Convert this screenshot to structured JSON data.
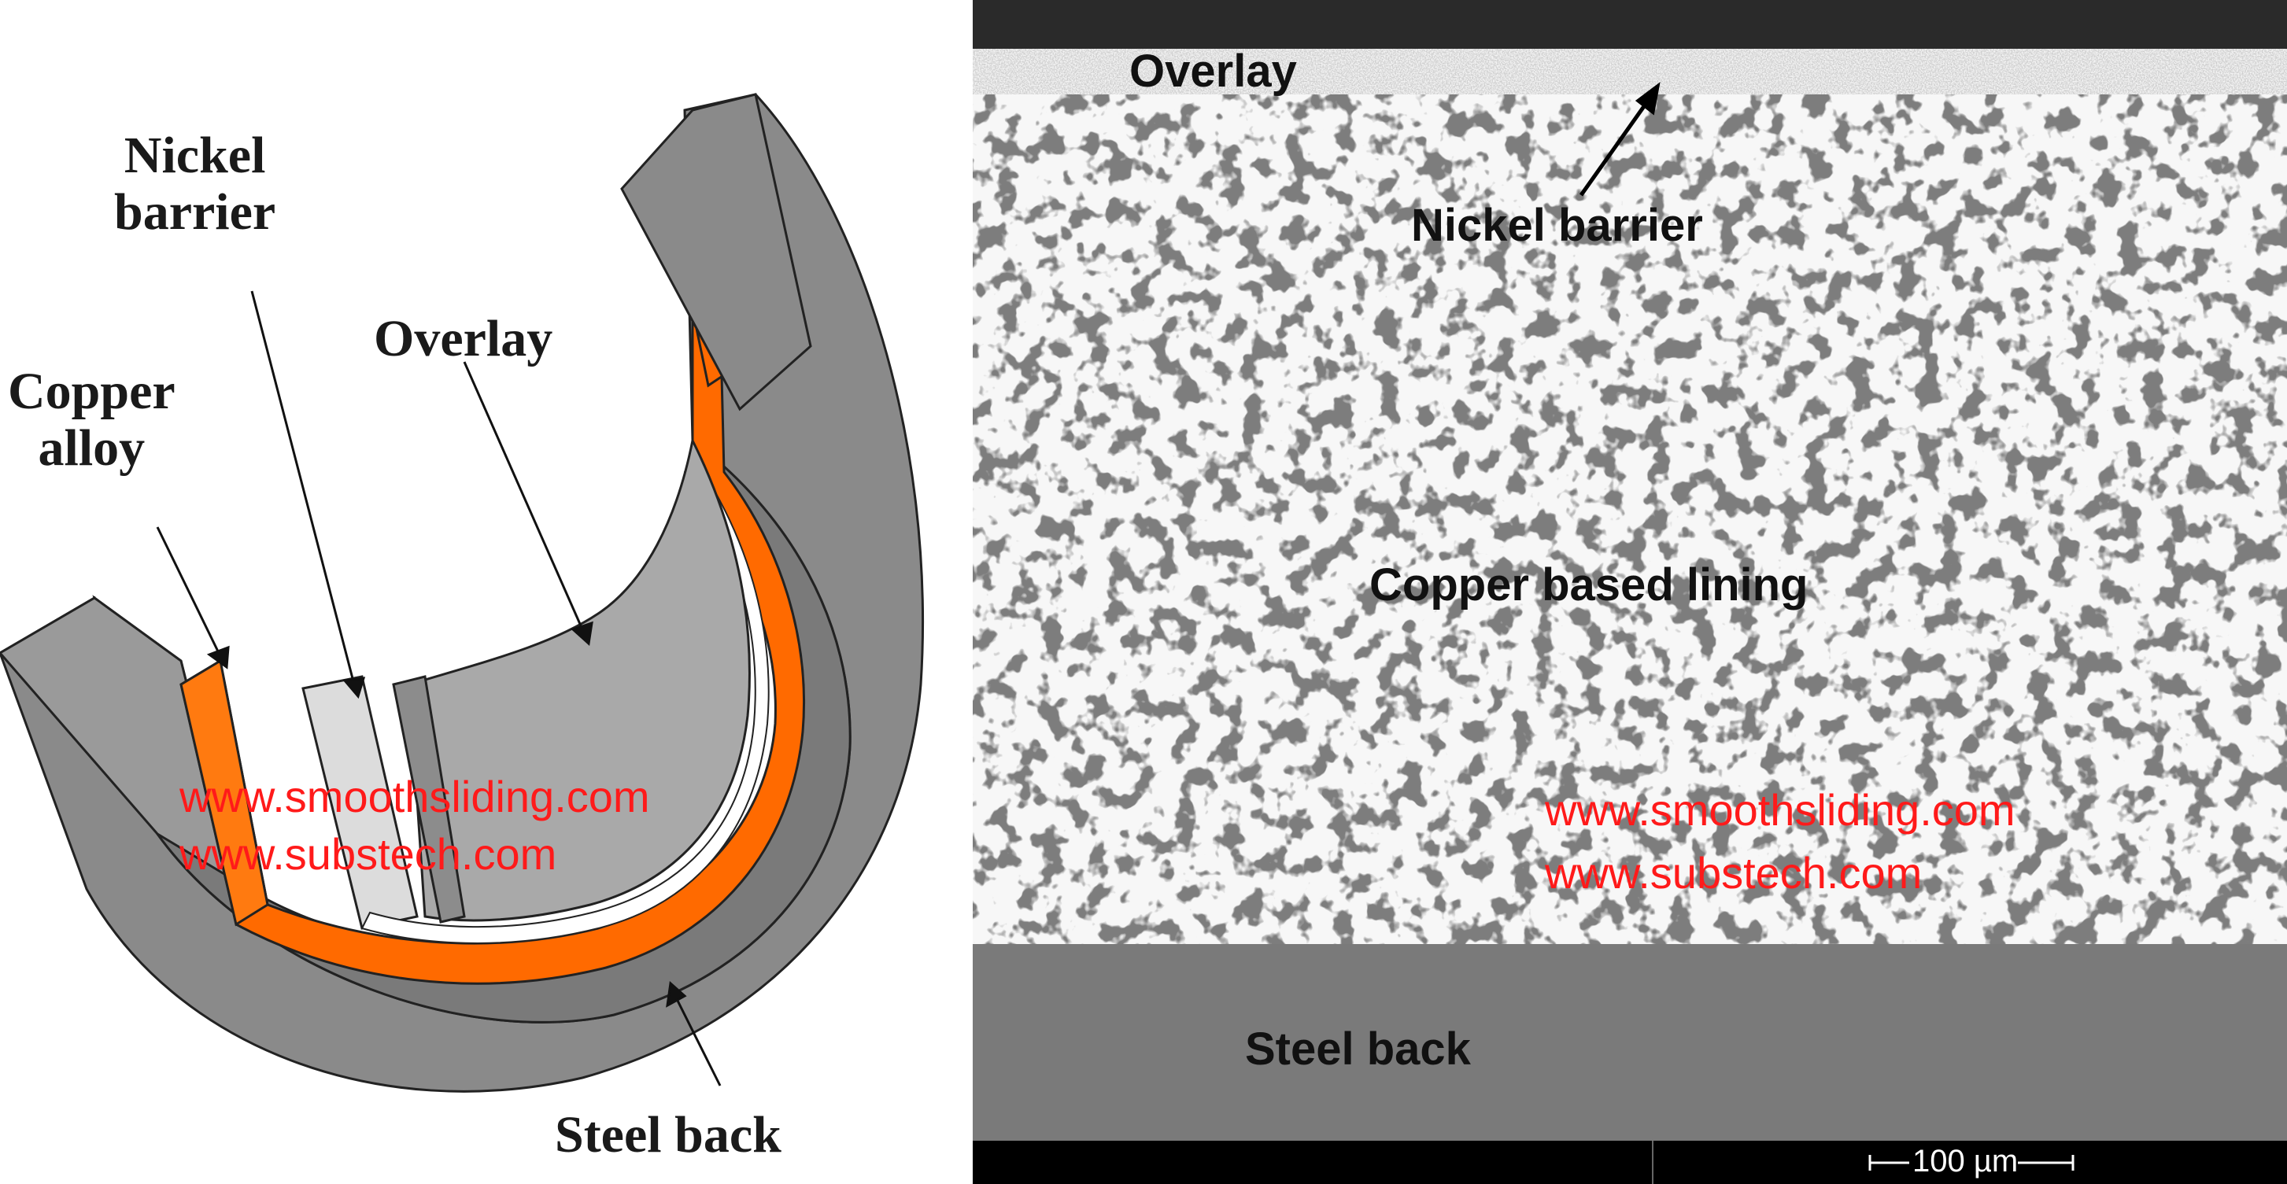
{
  "schematic": {
    "labels": {
      "nickel_barrier": [
        "Nickel",
        "barrier"
      ],
      "overlay": "Overlay",
      "copper_alloy": [
        "Copper",
        "alloy"
      ],
      "steel_back": "Steel back"
    },
    "watermarks": [
      "www.smoothsliding.com",
      "www.substech.com"
    ]
  },
  "micrograph": {
    "labels": {
      "overlay": "Overlay",
      "nickel_barrier": "Nickel barrier",
      "copper_lining": "Copper based lining",
      "steel_back": "Steel back"
    },
    "watermarks": [
      "www.smoothsliding.com",
      "www.substech.com"
    ],
    "scale_bar": "100 µm"
  },
  "colors": {
    "copper": "#ff6a00",
    "steel": "#8a8a8a",
    "steel_dark": "#6e6e6e",
    "nickel": "#dcdcdc",
    "overlay_gray": "#a9a9a9",
    "watermark": "#ff1a1a"
  }
}
